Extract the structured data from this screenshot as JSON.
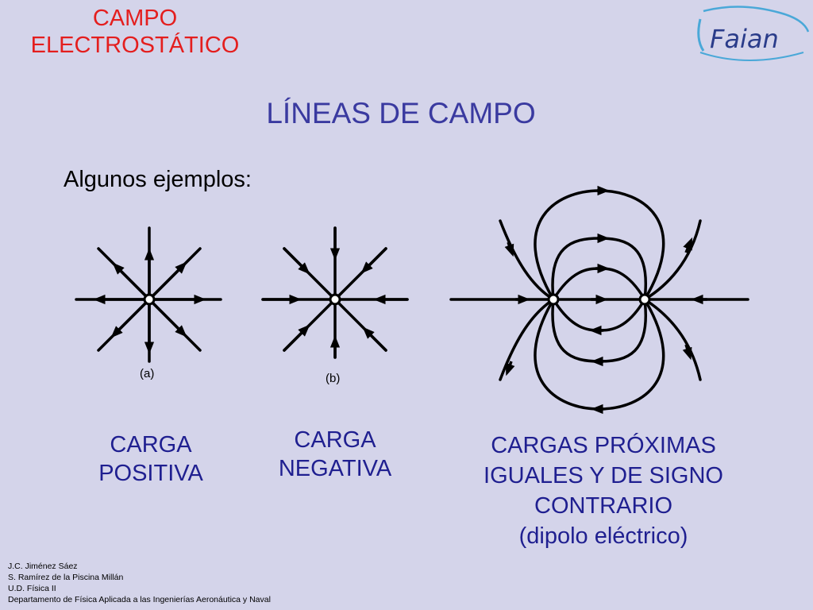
{
  "header": {
    "title_line1": "CAMPO",
    "title_line2": "ELECTROSTÁTICO",
    "logo_text": "Faian"
  },
  "slide": {
    "title": "LÍNEAS DE CAMPO",
    "intro": "Algunos ejemplos:"
  },
  "diagrams": {
    "label_a": "(a)",
    "label_b": "(b)"
  },
  "captions": {
    "positive": [
      "CARGA",
      "POSITIVA"
    ],
    "negative": [
      "CARGA",
      "NEGATIVA"
    ],
    "dipole": [
      "CARGAS PRÓXIMAS",
      "IGUALES Y DE SIGNO",
      "CONTRARIO",
      "(dipolo eléctrico)"
    ]
  },
  "credits": [
    "J.C. Jiménez Sáez",
    "S. Ramírez de la Piscina Millán",
    "U.D. Física II",
    "Departamento de Física Aplicada a las Ingenierías Aeronáutica y Naval"
  ],
  "colors": {
    "background": "#d4d4ea",
    "header_red": "#e41e1e",
    "title_blue": "#3a3aa0",
    "caption_blue": "#1f1f90"
  }
}
